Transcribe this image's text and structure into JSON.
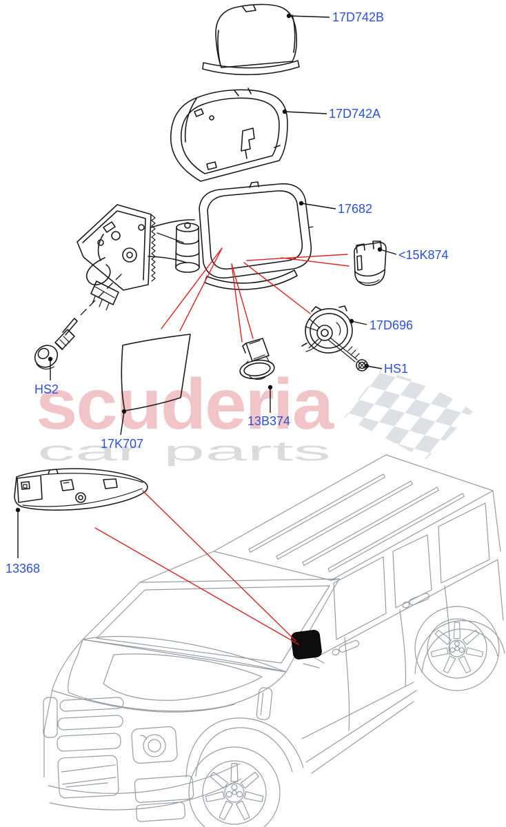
{
  "watermark": {
    "brand": "scuderia",
    "tagline": "car parts"
  },
  "colors": {
    "label_blue": "#2b50dd",
    "leader_red": "#de2121",
    "part_line": "#1a1a1a",
    "vehicle_line": "#959ba4",
    "watermark_pink": "#c81e28",
    "watermark_gray": "#d8d8d8",
    "checker_gray": "#d9dce2",
    "mirror_fill": "#0d0d0d"
  },
  "labels": [
    {
      "text": "17D742B"
    },
    {
      "text": "17D742A"
    },
    {
      "text": "17682"
    },
    {
      "text": "<15K874"
    },
    {
      "text": "17D696"
    },
    {
      "text": "HS1"
    },
    {
      "text": "HS2"
    },
    {
      "text": "17K707"
    },
    {
      "text": "13B374"
    },
    {
      "text": "13368"
    }
  ]
}
